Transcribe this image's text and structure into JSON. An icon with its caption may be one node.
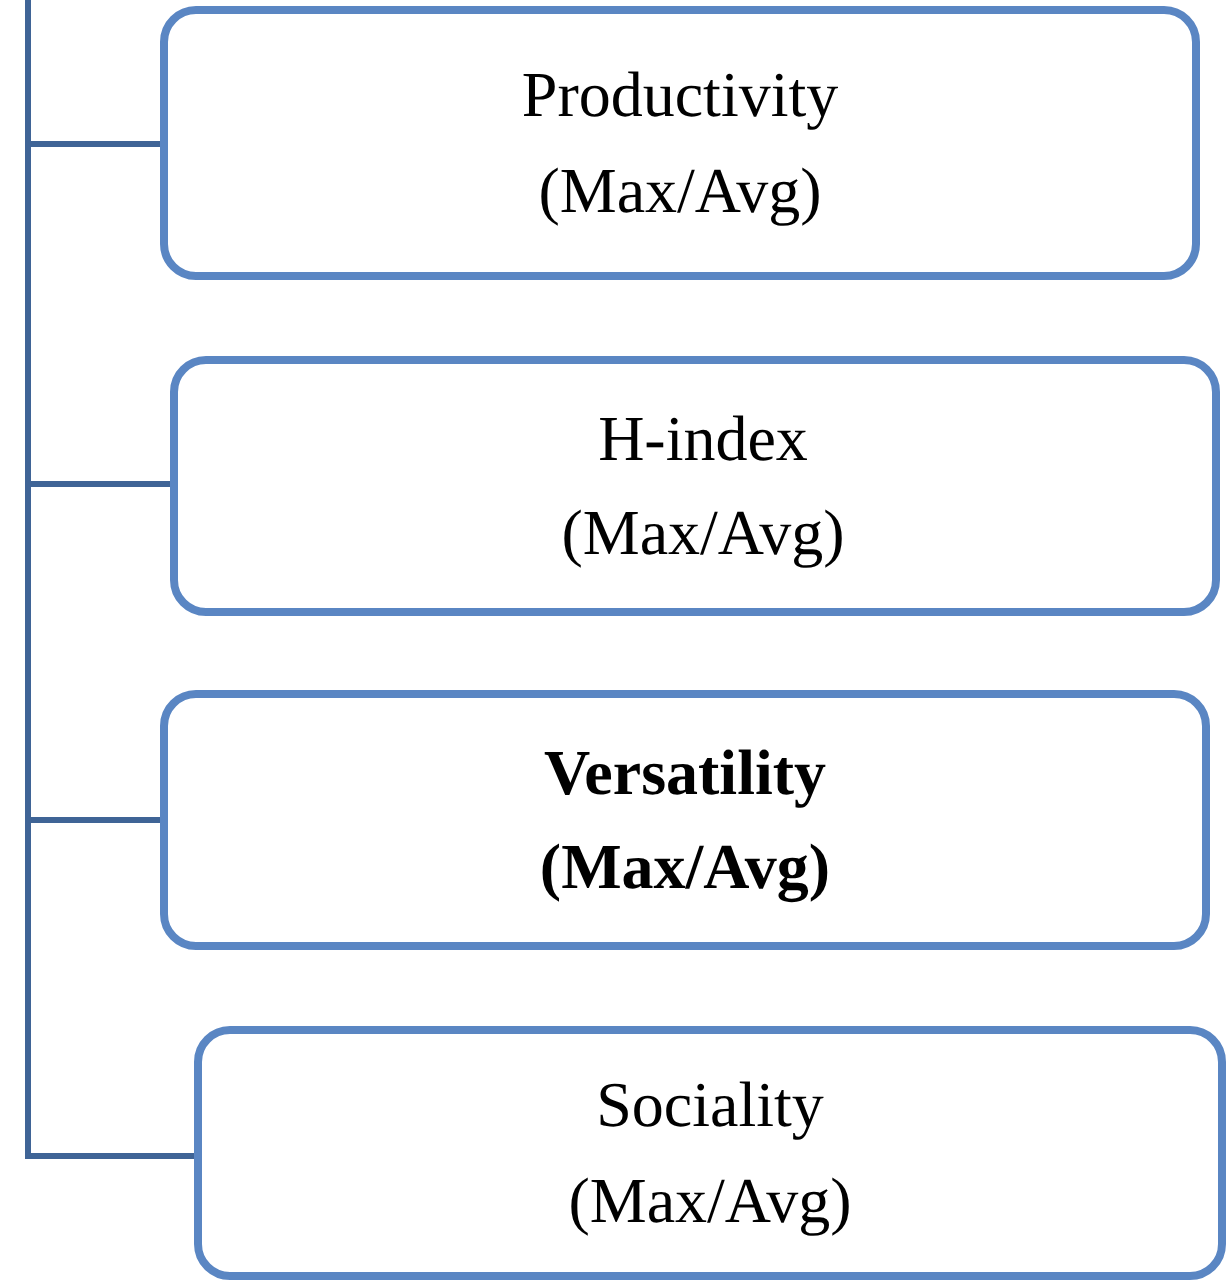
{
  "diagram": {
    "nodes": [
      {
        "text": [
          "Productivity",
          "(Max/Avg)"
        ]
      },
      {
        "text": [
          "H-index",
          "(Max/Avg)"
        ]
      },
      {
        "text": [
          "Versatility",
          "(Max/Avg)"
        ]
      },
      {
        "text": [
          "Sociality",
          "(Max/Avg)"
        ]
      }
    ],
    "edges": [
      {
        "from": null,
        "to": 0,
        "arrow": "none"
      },
      {
        "from": null,
        "to": 1,
        "arrow": "none"
      },
      {
        "from": null,
        "to": 2,
        "arrow": "none"
      },
      {
        "from": null,
        "to": 3,
        "arrow": "none"
      }
    ]
  }
}
